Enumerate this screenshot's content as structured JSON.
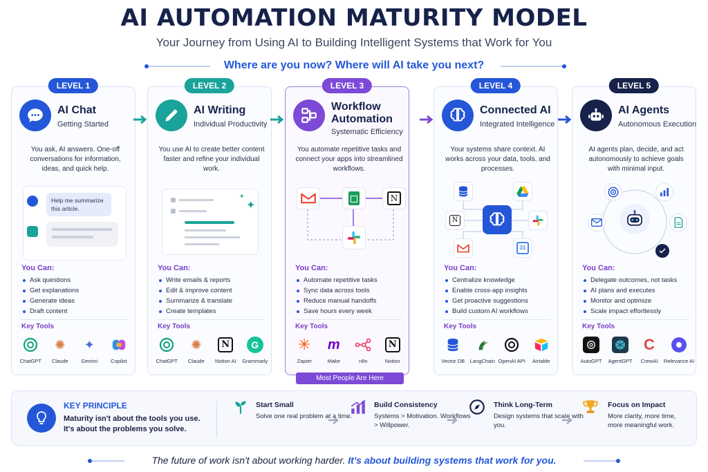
{
  "header": {
    "title": "AI AUTOMATION MATURITY MODEL",
    "subtitle": "Your Journey from Using AI to Building Intelligent Systems that Work for You",
    "question": "Where are you now? Where will AI take you next?"
  },
  "colors": {
    "level1": "#2456d8",
    "level2": "#1aa39a",
    "level3": "#7c4ad6",
    "level4": "#2456d8",
    "level5": "#16224a",
    "accent": "#7a3cc8"
  },
  "levels": [
    {
      "badge": "LEVEL 1",
      "name": "AI Chat",
      "sub": "Getting Started",
      "icon": "chat-bubble-icon",
      "desc": "You ask, AI answers. One-off conversations for information, ideas, and quick help.",
      "illus": {
        "bubble1": "Help me summarize this article."
      },
      "youcan_label": "You Can:",
      "items": [
        "Ask questions",
        "Get explanations",
        "Generate ideas",
        "Draft content"
      ],
      "keytools_label": "Key Tools",
      "tools": [
        "ChatGPT",
        "Claude",
        "Gemini",
        "Copilot"
      ]
    },
    {
      "badge": "LEVEL 2",
      "name": "AI Writing",
      "sub": "Individual Productivity",
      "icon": "pencil-icon",
      "desc": "You use AI to create better content faster and refine your individual work.",
      "youcan_label": "You Can:",
      "items": [
        "Write emails & reports",
        "Edit & improve content",
        "Summarize & translate",
        "Create templates"
      ],
      "keytools_label": "Key Tools",
      "tools": [
        "ChatGPT",
        "Claude",
        "Notion AI",
        "Grammarly"
      ]
    },
    {
      "badge": "LEVEL 3",
      "name": "Workflow Automation",
      "sub": "Systematic Efficiency",
      "icon": "workflow-icon",
      "desc": "You automate repetitive tasks and connect your apps into streamlined workflows.",
      "youcan_label": "You Can:",
      "items": [
        "Automate repetitive tasks",
        "Sync data across tools",
        "Reduce manual handoffs",
        "Save hours every week"
      ],
      "keytools_label": "Key Tools",
      "tools": [
        "Zapier",
        "Make",
        "n8n",
        "Notion"
      ],
      "banner": "Most People Are Here"
    },
    {
      "badge": "LEVEL 4",
      "name": "Connected AI",
      "sub": "Integrated Intelligence",
      "icon": "brain-icon",
      "desc": "Your systems share context. AI works across your data, tools, and processes.",
      "youcan_label": "You Can:",
      "items": [
        "Centralize knowledge",
        "Enable cross-app insights",
        "Get proactive suggestions",
        "Build custom AI workflows"
      ],
      "keytools_label": "Key Tools",
      "tools": [
        "Vector DB",
        "LangChain",
        "OpenAI API",
        "Airtable"
      ]
    },
    {
      "badge": "LEVEL 5",
      "name": "AI Agents",
      "sub": "Autonomous Execution",
      "icon": "robot-icon",
      "desc": "AI agents plan, decide, and act autonomously to achieve goals with minimal input.",
      "youcan_label": "You Can:",
      "items": [
        "Delegate outcomes, not tasks",
        "AI plans and executes",
        "Monitor and optimize",
        "Scale impact effortlessly"
      ],
      "keytools_label": "Key Tools",
      "tools": [
        "AutoGPT",
        "AgentGPT",
        "CrewAI",
        "Relevance AI"
      ]
    }
  ],
  "principle": {
    "title": "KEY PRINCIPLE",
    "text": "Maturity isn't about the tools you use. It's about the problems you solve.",
    "steps": [
      {
        "title": "Start Small",
        "text": "Solve one real problem at a time.",
        "icon": "sprout-icon"
      },
      {
        "title": "Build Consistency",
        "text": "Systems > Motivation. Workflows > Willpower.",
        "icon": "bar-chart-icon"
      },
      {
        "title": "Think Long-Term",
        "text": "Design systems that scale with you.",
        "icon": "compass-icon"
      },
      {
        "title": "Focus on Impact",
        "text": "More clarity, more time, more meaningful work.",
        "icon": "trophy-icon"
      }
    ]
  },
  "footer": {
    "part1": "The future of work isn't about working harder.",
    "part2": "It's about building systems that work for you."
  }
}
